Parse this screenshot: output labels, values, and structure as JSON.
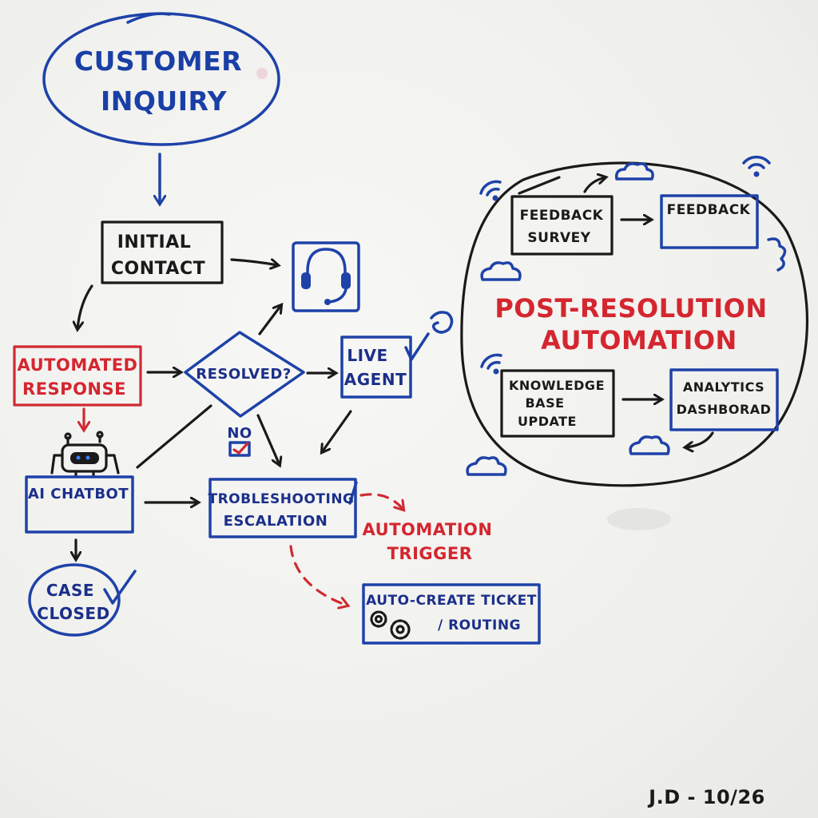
{
  "title": "Customer Inquiry Flow & Post-Resolution Automation",
  "colors": {
    "blue": "#1e42a8",
    "red": "#d02a31",
    "black": "#1a1a1a",
    "board": "#f3f3f1"
  },
  "nodes": {
    "customer_inquiry": {
      "line1": "CUSTOMER",
      "line2": "INQUIRY"
    },
    "initial_contact": {
      "line1": "INITIAL",
      "line2": "CONTACT"
    },
    "headset": {
      "icon": "headset-icon"
    },
    "automated_response": {
      "line1": "AUTOMATED",
      "line2": "RESPONSE"
    },
    "resolved": {
      "label": "RESOLVED?"
    },
    "live_agent": {
      "line1": "LIVE",
      "line2": "AGENT"
    },
    "no_label": {
      "label": "NO"
    },
    "ai_chatbot": {
      "label": "AI CHATBOT",
      "icon": "robot-icon"
    },
    "troubleshooting": {
      "line1": "TROBLESHOOTING",
      "line2": "ESCALATION"
    },
    "automation_trigger": {
      "line1": "AUTOMATION",
      "line2": "TRIGGER"
    },
    "auto_create": {
      "line1": "AUTO-CREATE TICKET",
      "line2": "/ ROUTING",
      "icon": "gears-icon"
    },
    "case_closed": {
      "line1": "CASE",
      "line2": "CLOSED"
    }
  },
  "post_resolution": {
    "title_line1": "POST-RESOLUTION",
    "title_line2": "AUTOMATION",
    "feedback_survey": {
      "line1": "FEEDBACK",
      "line2": "SURVEY"
    },
    "feedback": {
      "label": "FEEDBACK"
    },
    "knowledge_base": {
      "line1": "KNOWLEDGE",
      "line2": "BASE",
      "line3": "UPDATE"
    },
    "analytics": {
      "line1": "ANALYTICS",
      "line2": "DASHBORAD"
    }
  },
  "signature": "J.D - 10/26"
}
